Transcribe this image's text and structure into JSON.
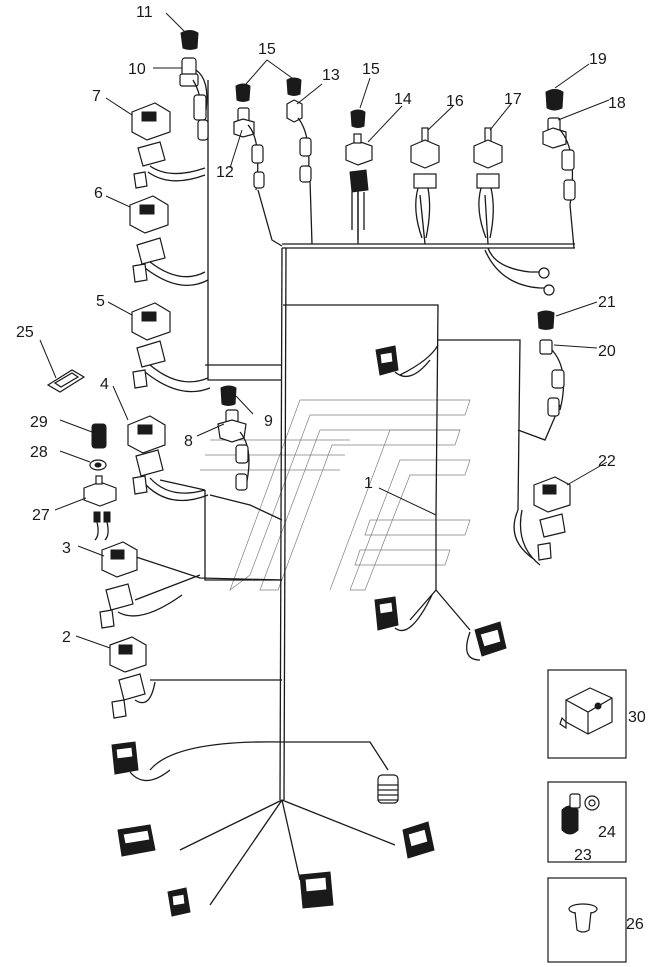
{
  "callouts": [
    {
      "id": "c1",
      "text": "1"
    },
    {
      "id": "c2",
      "text": "2"
    },
    {
      "id": "c3",
      "text": "3"
    },
    {
      "id": "c4",
      "text": "4"
    },
    {
      "id": "c5",
      "text": "5"
    },
    {
      "id": "c6",
      "text": "6"
    },
    {
      "id": "c7",
      "text": "7"
    },
    {
      "id": "c8",
      "text": "8"
    },
    {
      "id": "c9",
      "text": "9"
    },
    {
      "id": "c10",
      "text": "10"
    },
    {
      "id": "c11",
      "text": "11"
    },
    {
      "id": "c12",
      "text": "12"
    },
    {
      "id": "c13",
      "text": "13"
    },
    {
      "id": "c14",
      "text": "14"
    },
    {
      "id": "c15a",
      "text": "15"
    },
    {
      "id": "c15b",
      "text": "15"
    },
    {
      "id": "c16",
      "text": "16"
    },
    {
      "id": "c17",
      "text": "17"
    },
    {
      "id": "c18",
      "text": "18"
    },
    {
      "id": "c19",
      "text": "19"
    },
    {
      "id": "c20",
      "text": "20"
    },
    {
      "id": "c21",
      "text": "21"
    },
    {
      "id": "c22",
      "text": "22"
    },
    {
      "id": "c23",
      "text": "23"
    },
    {
      "id": "c24",
      "text": "24"
    },
    {
      "id": "c25",
      "text": "25"
    },
    {
      "id": "c26",
      "text": "26"
    },
    {
      "id": "c27",
      "text": "27"
    },
    {
      "id": "c28",
      "text": "28"
    },
    {
      "id": "c29",
      "text": "29"
    },
    {
      "id": "c30",
      "text": "30"
    }
  ],
  "colors": {
    "ink": "#1a1a1a",
    "paper": "#ffffff"
  }
}
